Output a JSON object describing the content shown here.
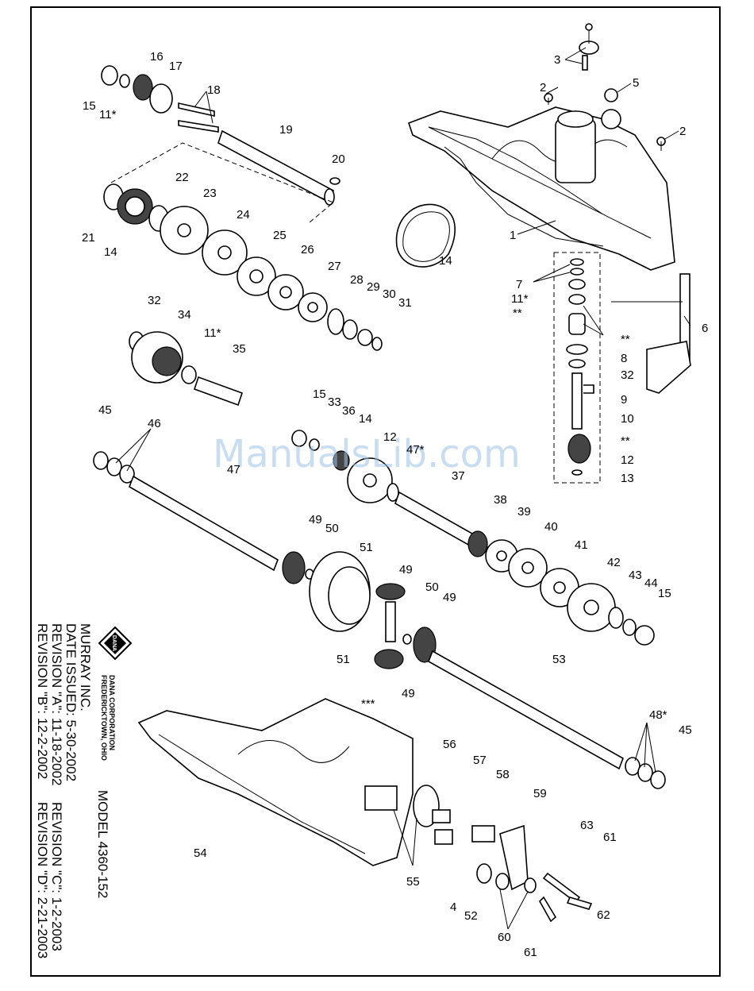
{
  "watermark": "ManualsLib.com",
  "side_text": {
    "company": "MURRAY INC.",
    "date_issued": "DATE ISSUED: 5-30-2002",
    "revision_a": "REVISION \"A\": 11-18-2002",
    "revision_b": "REVISION \"B\": 12-2-2002",
    "model": "MODEL 4360-152",
    "revision_c": "REVISION \"C\": 1-2-2003",
    "revision_d": "REVISION \"D\": 2-21-2003",
    "logo_text": "DANA",
    "dana_line1": "DANA CORPORATION",
    "dana_line2": "FREDERICKTOWN, OHIO"
  },
  "part_labels": {
    "p1": "1",
    "p2a": "2",
    "p2b": "2",
    "p3": "3",
    "p4": "4",
    "p5": "5",
    "p6": "6",
    "p7": "7",
    "p8": "8",
    "p9": "9",
    "p10": "10",
    "p11a": "11*",
    "p11b": "11*",
    "p11c": "11*",
    "p12": "12",
    "p12b": "12",
    "p13": "13",
    "p14a": "14",
    "p14b": "14",
    "p14c": "14",
    "p15a": "15",
    "p15b": "15",
    "p15c": "15",
    "p16": "16",
    "p17": "17",
    "p18": "18",
    "p19": "19",
    "p20": "20",
    "p21": "21",
    "p22": "22",
    "p23": "23",
    "p24": "24",
    "p25": "25",
    "p26": "26",
    "p27": "27",
    "p28": "28",
    "p29": "29",
    "p30": "30",
    "p31": "31",
    "p32a": "32",
    "p32b": "32",
    "p33": "33",
    "p34": "34",
    "p35": "35",
    "p36": "36",
    "p37": "37",
    "p38": "38",
    "p39": "39",
    "p40": "40",
    "p41": "41",
    "p42": "42",
    "p43": "43",
    "p44": "44",
    "p45a": "45",
    "p45b": "45",
    "p46": "46",
    "p47": "47",
    "p47b": "47*",
    "p48": "48*",
    "p49a": "49",
    "p49b": "49",
    "p49c": "49",
    "p49d": "49",
    "p50a": "50",
    "p50b": "50",
    "p51a": "51",
    "p51b": "51",
    "p52": "52",
    "p53": "53",
    "p54": "54",
    "p55": "55",
    "p56": "56",
    "p57": "57",
    "p58": "58",
    "p59": "59",
    "p60": "60",
    "p61a": "61",
    "p61b": "61",
    "p62": "62",
    "p63": "63",
    "star2a": "**",
    "star2b": "**",
    "star2c": "**",
    "star3": "***"
  }
}
